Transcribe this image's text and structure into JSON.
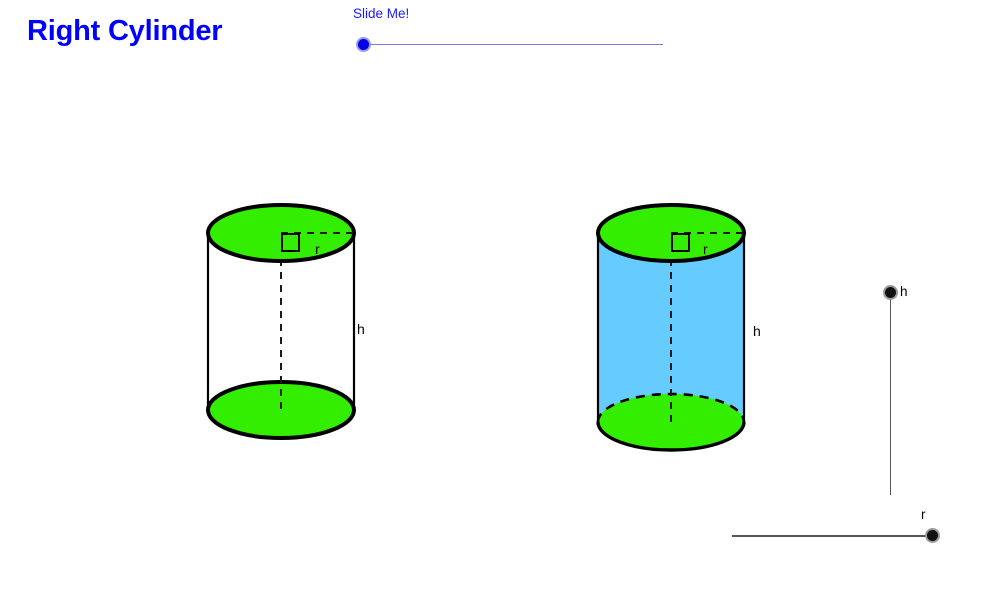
{
  "page": {
    "title": "Right Cylinder",
    "background_color": "#ffffff",
    "title_color": "#0000ff"
  },
  "top_slider": {
    "caption": "Slide Me!",
    "caption_color": "#1a1aff",
    "knob_color": "#0000e6",
    "track_color": "#7a7ae0",
    "knob_position": "left-end",
    "value": 0
  },
  "figures": {
    "left_cylinder": {
      "name": "wireframe-right-cylinder",
      "fill_top": "#33ee00",
      "fill_bottom": "#33ee00",
      "fill_lateral": "#ffffff",
      "stroke": "#000000",
      "labels": {
        "radius": "r",
        "height": "h"
      },
      "right_angle_marker": true,
      "axis_style": "dashed"
    },
    "right_cylinder": {
      "name": "solid-right-cylinder",
      "fill_top": "#33ee00",
      "fill_bottom": "#33ee00",
      "fill_lateral": "#66ccff",
      "stroke": "#000000",
      "labels": {
        "radius": "r",
        "height": "h"
      },
      "right_angle_marker": true,
      "axis_style": "dashed",
      "hidden_edge_style": "dashed"
    }
  },
  "controls": {
    "height_slider": {
      "label": "h",
      "orientation": "vertical",
      "knob_position": "top-end",
      "knob_color": "#111111",
      "track_color": "#555555"
    },
    "radius_slider": {
      "label": "r",
      "orientation": "horizontal",
      "knob_position": "right-end",
      "knob_color": "#111111",
      "track_color": "#555555"
    }
  }
}
